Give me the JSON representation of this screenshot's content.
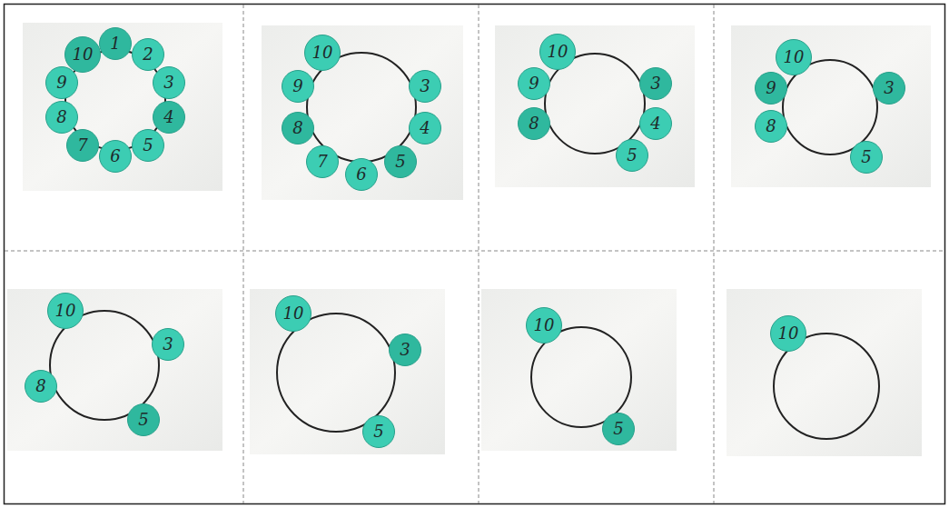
{
  "diagram": {
    "nodes": [
      {
        "text": [
          "1"
        ]
      },
      {
        "text": [
          "2"
        ]
      },
      {
        "text": [
          "3"
        ]
      },
      {
        "text": [
          "4"
        ]
      },
      {
        "text": [
          "5"
        ]
      },
      {
        "text": [
          "6"
        ]
      },
      {
        "text": [
          "7"
        ]
      },
      {
        "text": [
          "8"
        ]
      },
      {
        "text": [
          "9"
        ]
      },
      {
        "text": [
          "10"
        ]
      },
      {
        "text": [
          "3"
        ]
      },
      {
        "text": [
          "4"
        ]
      },
      {
        "text": [
          "5"
        ]
      },
      {
        "text": [
          "6"
        ]
      },
      {
        "text": [
          "7"
        ]
      },
      {
        "text": [
          "8"
        ]
      },
      {
        "text": [
          "9"
        ]
      },
      {
        "text": [
          "10"
        ]
      },
      {
        "text": [
          "3"
        ]
      },
      {
        "text": [
          "4"
        ]
      },
      {
        "text": [
          "5"
        ]
      },
      {
        "text": [
          "8"
        ]
      },
      {
        "text": [
          "9"
        ]
      },
      {
        "text": [
          "10"
        ]
      },
      {
        "text": [
          "3"
        ]
      },
      {
        "text": [
          "5"
        ]
      },
      {
        "text": [
          "8"
        ]
      },
      {
        "text": [
          "9"
        ]
      },
      {
        "text": [
          "10"
        ]
      },
      {
        "text": [
          "3"
        ]
      },
      {
        "text": [
          "5"
        ]
      },
      {
        "text": [
          "8"
        ]
      },
      {
        "text": [
          "10"
        ]
      },
      {
        "text": [
          "3"
        ]
      },
      {
        "text": [
          "5"
        ]
      },
      {
        "text": [
          "10"
        ]
      },
      {
        "text": [
          "5"
        ]
      },
      {
        "text": [
          "10"
        ]
      },
      {
        "text": [
          "10"
        ]
      }
    ]
  }
}
